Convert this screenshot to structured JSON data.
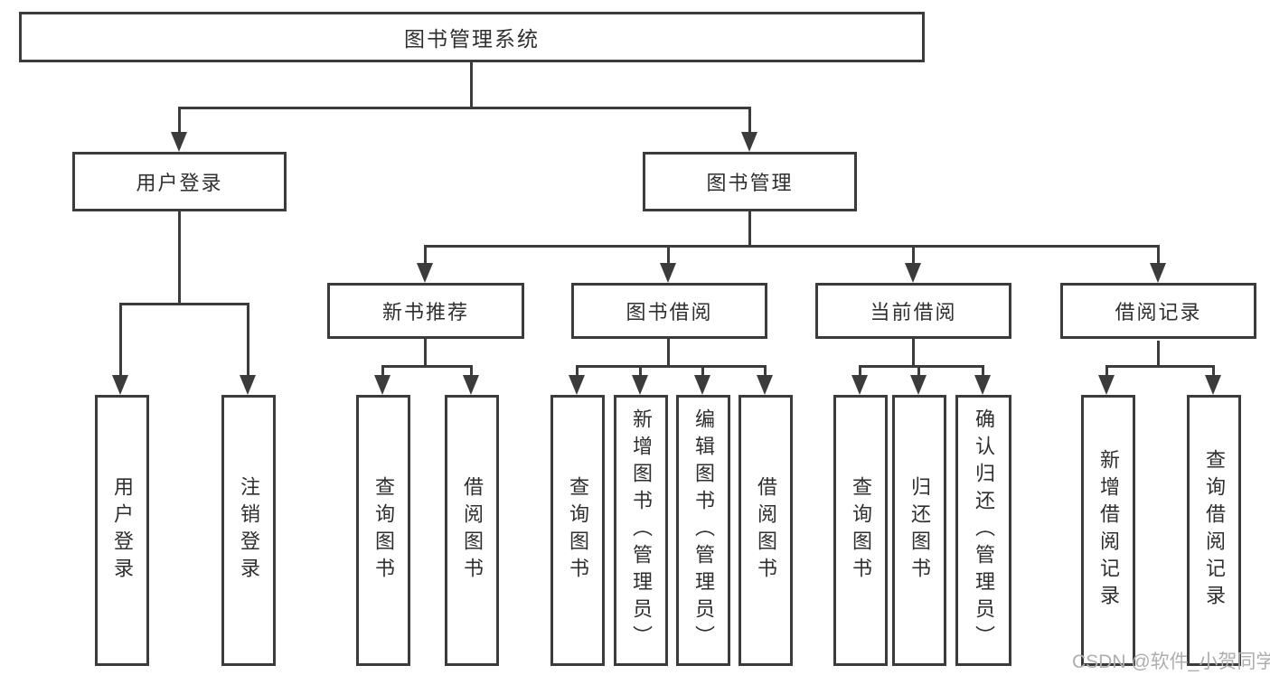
{
  "diagram": {
    "root": {
      "label": "图书管理系统"
    },
    "level2": {
      "user_login": "用户登录",
      "book_management": "图书管理"
    },
    "level3": {
      "new_book_recommend": "新书推荐",
      "book_borrowing": "图书借阅",
      "current_borrowing": "当前借阅",
      "borrowing_records": "借阅记录"
    },
    "leaves": {
      "user_login": [
        "用户登录",
        "注销登录"
      ],
      "new_book_recommend": [
        "查询图书",
        "借阅图书"
      ],
      "book_borrowing": [
        "查询图书",
        "新增图书（管理员）",
        "编辑图书（管理员）",
        "借阅图书"
      ],
      "current_borrowing": [
        "查询图书",
        "归还图书",
        "确认归还（管理员）"
      ],
      "borrowing_records": [
        "新增借阅记录",
        "查询借阅记录"
      ]
    }
  },
  "watermark": "CSDN @软件_小贺同学",
  "colors": {
    "line": "#3b3b3b",
    "text": "#2f2f2f",
    "watermark": "#aeaeae",
    "background": "#ffffff"
  }
}
